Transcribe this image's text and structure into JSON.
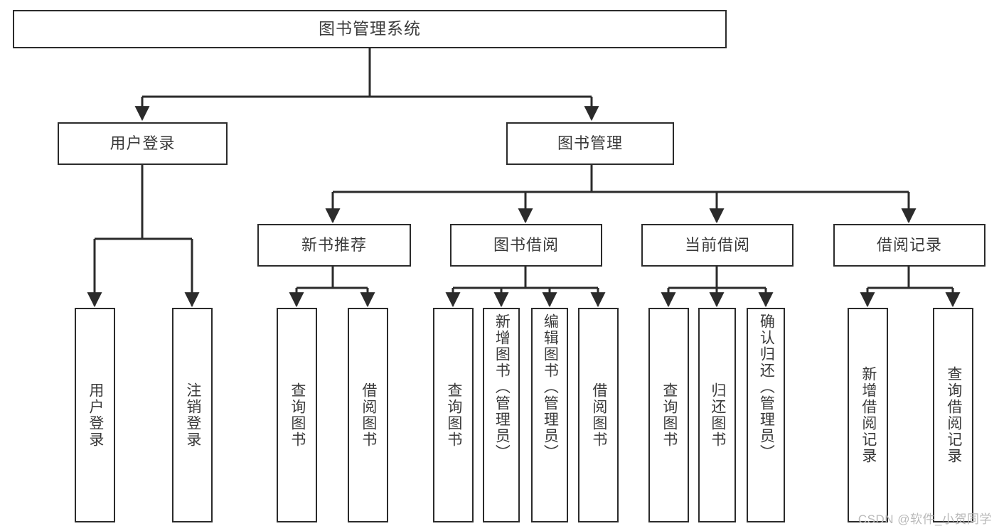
{
  "diagram": {
    "title": "图书管理系统",
    "type": "functional-structure-tree",
    "watermark": "CSDN @软件_小贺同学",
    "colors": {
      "border": "#2b2b2b",
      "text": "#3a3a3a",
      "background": "#ffffff",
      "connector": "#2b2b2b",
      "watermark": "#b9b9b9"
    },
    "root": {
      "label": "图书管理系统"
    },
    "level2": [
      {
        "label": "用户登录"
      },
      {
        "label": "图书管理"
      }
    ],
    "level3": [
      {
        "label": "新书推荐",
        "parent": "图书管理"
      },
      {
        "label": "图书借阅",
        "parent": "图书管理"
      },
      {
        "label": "当前借阅",
        "parent": "图书管理"
      },
      {
        "label": "借阅记录",
        "parent": "图书管理"
      }
    ],
    "leaves": {
      "user_login": [
        {
          "label": "用户登录"
        },
        {
          "label": "注销登录"
        }
      ],
      "new_book_recommend": [
        {
          "label": "查询图书"
        },
        {
          "label": "借阅图书"
        }
      ],
      "book_borrow": [
        {
          "label": "查询图书"
        },
        {
          "label": "新增图书（管理员）"
        },
        {
          "label": "编辑图书（管理员）"
        },
        {
          "label": "借阅图书"
        }
      ],
      "current_borrow": [
        {
          "label": "查询图书"
        },
        {
          "label": "归还图书"
        },
        {
          "label": "确认归还（管理员）"
        }
      ],
      "borrow_record": [
        {
          "label": "新增借阅记录"
        },
        {
          "label": "查询借阅记录"
        }
      ]
    }
  }
}
